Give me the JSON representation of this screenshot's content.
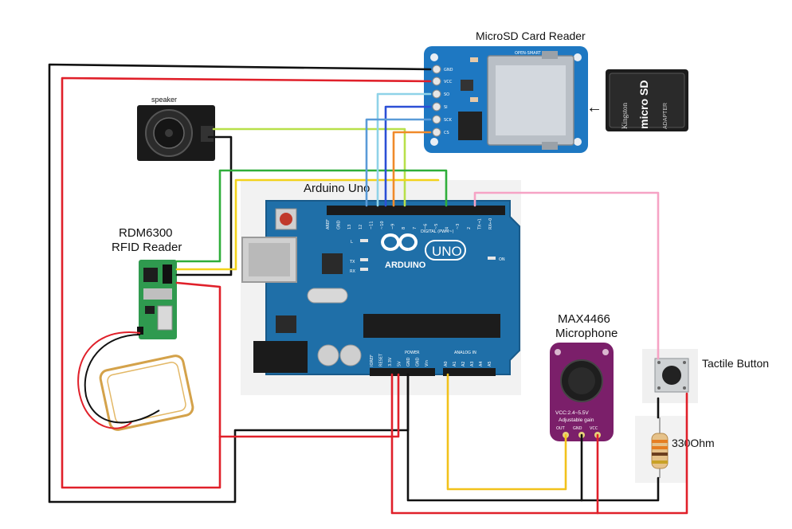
{
  "labels": {
    "sd_reader": "MicroSD Card Reader",
    "sd_brand": "OPEN-SMART",
    "sd_pins": [
      "GND",
      "VCC",
      "SO",
      "SI",
      "SCK",
      "CS"
    ],
    "speaker": "speaker",
    "rfid_line1": "RDM6300",
    "rfid_line2": "RFID Reader",
    "arduino_uno": "Arduino Uno",
    "uno_logo_text": "ARDUINO",
    "uno_badge": "UNO",
    "digital_header": "DIGITAL (PWM~)",
    "power_header": "POWER",
    "analog_header": "ANALOG IN",
    "digital_pins": [
      "AREF",
      "GND",
      "13",
      "12",
      "~11",
      "~10",
      "~9",
      "8",
      "7",
      "~6",
      "~5",
      "4",
      "~3",
      "2",
      "TX→1",
      "RX←0"
    ],
    "power_pins": [
      "IOREF",
      "RESET",
      "3.3V",
      "5V",
      "GND",
      "GND",
      "Vin"
    ],
    "analog_pins": [
      "A0",
      "A1",
      "A2",
      "A3",
      "A4",
      "A5"
    ],
    "mic_line1": "MAX4466",
    "mic_line2": "Microphone",
    "mic_vcc": "VCC:2.4~5.5V",
    "mic_gain": "Adjustable gain",
    "mic_pins": [
      "OUT",
      "GND",
      "VCC"
    ],
    "button": "Tactile Button",
    "resistor": "330Ohm",
    "sd_card_brand": "Kingston",
    "sd_card_type": "micro SD",
    "sd_card_adapter": "ADAPTER",
    "arrow": "←"
  },
  "colors": {
    "board_blue": "#1f6fa8",
    "sd_board_blue": "#1e78c2",
    "mic_purple": "#7b1f6a",
    "rfid_green": "#2f9a4f",
    "wire_red": "#e0202a",
    "wire_black": "#111111",
    "wire_yellow": "#f2d21b",
    "wire_green": "#2fae3a",
    "wire_pink": "#f6a3c5",
    "wire_cyan": "#8fd3e8",
    "wire_blue": "#2c4fd6",
    "wire_orange": "#f08a2a",
    "wire_lime": "#b8e04a"
  }
}
